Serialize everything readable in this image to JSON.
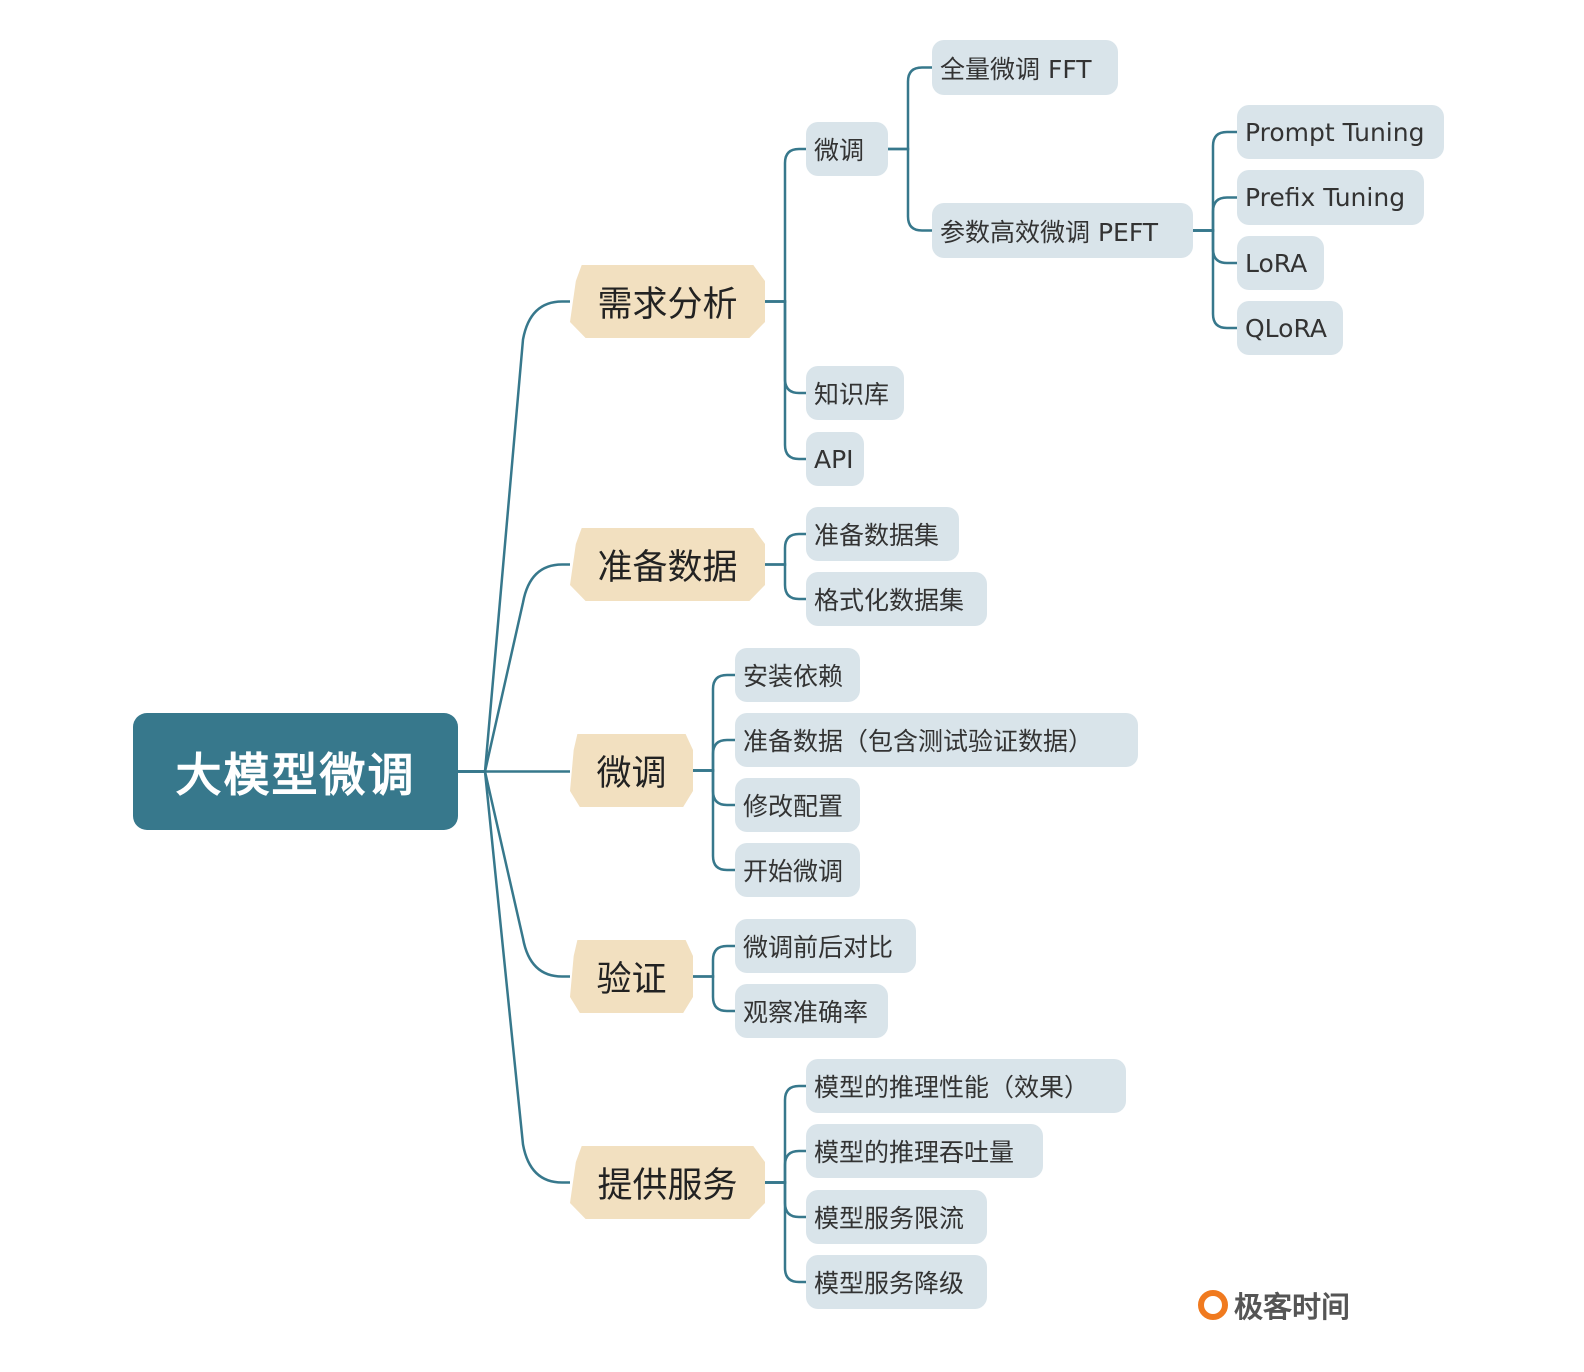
{
  "root": "大模型微调",
  "branches": {
    "requirements": {
      "label": "需求分析",
      "finetune": "微调",
      "fft": "全量微调 FFT",
      "peft": "参数高效微调 PEFT",
      "prompt": "Prompt Tuning",
      "prefix": "Prefix Tuning",
      "lora": "LoRA",
      "qlora": "QLoRA",
      "kb": "知识库",
      "api": "API"
    },
    "data": {
      "label": "准备数据",
      "c1": "准备数据集",
      "c2": "格式化数据集"
    },
    "finetune": {
      "label": "微调",
      "c1": "安装依赖",
      "c2": "准备数据（包含测试验证数据）",
      "c3": "修改配置",
      "c4": "开始微调"
    },
    "verify": {
      "label": "验证",
      "c1": "微调前后对比",
      "c2": "观察准确率"
    },
    "serve": {
      "label": "提供服务",
      "c1": "模型的推理性能（效果）",
      "c2": "模型的推理吞吐量",
      "c3": "模型服务限流",
      "c4": "模型服务降级"
    }
  },
  "logo": "极客时间",
  "colors": {
    "line": "#37788c",
    "root": "#37788c",
    "branch": "#f2e0c0",
    "leaf": "#d9e4ea",
    "logo": "#f07a1f"
  }
}
